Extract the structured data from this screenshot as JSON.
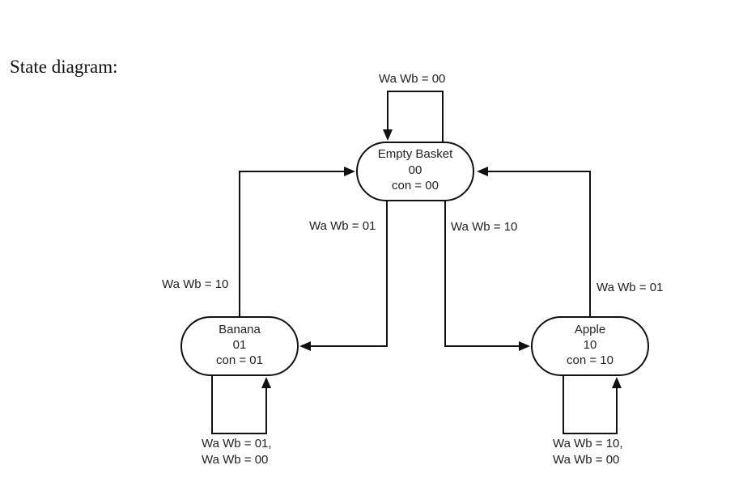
{
  "heading": "State diagram:",
  "states": [
    {
      "id": "empty",
      "name": "Empty Basket",
      "code": "00",
      "output": "con = 00"
    },
    {
      "id": "banana",
      "name": "Banana",
      "code": "01",
      "output": "con = 01"
    },
    {
      "id": "apple",
      "name": "Apple",
      "code": "10",
      "output": "con = 10"
    }
  ],
  "transitions": [
    {
      "from": "empty",
      "to": "empty",
      "label": "Wa Wb = 00"
    },
    {
      "from": "empty",
      "to": "banana",
      "label": "Wa Wb = 01"
    },
    {
      "from": "empty",
      "to": "apple",
      "label": "Wa Wb = 10"
    },
    {
      "from": "banana",
      "to": "empty",
      "label": "Wa Wb = 10"
    },
    {
      "from": "apple",
      "to": "empty",
      "label": "Wa Wb = 01"
    },
    {
      "from": "banana",
      "to": "banana",
      "label_lines": [
        "Wa Wb = 01,",
        "Wa Wb = 00"
      ]
    },
    {
      "from": "apple",
      "to": "apple",
      "label_lines": [
        "Wa Wb = 10,",
        "Wa Wb = 00"
      ]
    }
  ]
}
